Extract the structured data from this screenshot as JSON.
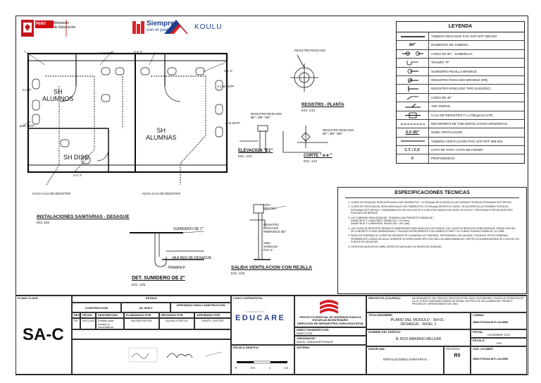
{
  "header": {
    "peru_badge": "PERÚ",
    "ministry": "Ministerio\nde Educación",
    "siempre": "Siempre",
    "con_el_pueblo": "con el pueblo",
    "koulu": "KOULU"
  },
  "legend": {
    "title": "LEYENDA",
    "rows": [
      {
        "sym": "",
        "text": "TUBERIA DESAGUE PVC-SAP NTP 399.003"
      },
      {
        "sym": "Ø4\"",
        "text": "DIAMETRO DE TUBERIA"
      },
      {
        "sym": "",
        "text": "CODO DE 90° : SUBE/BAJA"
      },
      {
        "sym": "",
        "text": "TRAMPA \"P\""
      },
      {
        "sym": "",
        "text": "SUMIDERO REJILLA BRONCE"
      },
      {
        "sym": "",
        "text": "REGISTRO ROSCADO BRONCE (RR)"
      },
      {
        "sym": "",
        "text": "REGISTRO ROSCADO TIPO DADO(RC)"
      },
      {
        "sym": "",
        "text": "CODO DE 45°"
      },
      {
        "sym": "",
        "text": "YEE SIMPLE"
      },
      {
        "sym": "",
        "text": "CAJA DE REGISTRO f´c=175Kg/cm2 (CR)"
      },
      {
        "sym": "",
        "text": "RECORRIDO DE TUB.VENTILACION HORIZONTAL"
      },
      {
        "sym": "S.V. Ø2\"",
        "text": "SUBE VENTILACION"
      },
      {
        "sym": "",
        "text": "TUBERIA VENTILACION PVC-SAP NTP 399.003"
      },
      {
        "sym": "C.T. / C.F.",
        "text": "COTA DE TAPA  / COTA DE FONDO"
      },
      {
        "sym": "h",
        "text": "PROFUNDIDAD"
      }
    ]
  },
  "plan": {
    "room1": "SH\nALUMNOS",
    "room2": "SH\nALUMNAS",
    "room3": "SH DISC.",
    "notes": [
      "A 1.50 SNTP",
      "S.V. 2\"",
      "S.V. 2\"",
      "S.V. 2\"",
      "A 10 SNTP",
      "A 1.50 SNTP",
      "S.V. 2\"",
      "A 10 SNTP"
    ],
    "hacia1": "HACIA CAJA DE REGISTRO",
    "hacia2": "HACIA CAJA DE REGISTRO",
    "title": "INSTALACIONES SANITARIAS - DESAGUE",
    "scale": "ESC 1/50"
  },
  "details": {
    "reg_label": "REGISTRO ROSCADO",
    "reg_plan_title": "REGISTRO - PLANTA",
    "reg_plan_scale": "ESC. 1/10",
    "elev_title": "ELEVACION \"E1\"",
    "elev_scale": "ESC. 1/10",
    "elev_label": "REGISTRO ROSCADO\nØ2\" / Ø3\" / Ø4\"",
    "corte_title": "CORTE \" e-e \"",
    "corte_scale": "ESC. 1/10",
    "corte_label": "REGISTRO ROSCADO\nØ2\" / Ø3\" / Ø4\"",
    "sumidero_label": "SUMIDERO DE 2\"",
    "va_label": "VA A RED DE DESAGUE",
    "trampa_label": "TRAMPA P",
    "det_title": "DET. SUMIDERO DE 2\"",
    "det_scale": "ESC: 1/25",
    "salida_title": "SALIDA VENTILACION CON REJILLA",
    "salida_scale": "ESC: 1/25",
    "salida_labels": [
      "VIGA\nMESTICA",
      "REGISTRO\nROSCADO\nRRBRONCE Ø2\"",
      "Sube\nVentilacion\nPVC-2\""
    ]
  },
  "specs": {
    "title": "ESPECIFICACIONES TECNICAS",
    "items": [
      "LA RED DE DESAGUE, SERA INSTALADA CON TUBERIA PVC - CP (Pesada) DE ACUERDO A LAS NORMAS TECNICAS PERUANAS NTP 399.003.",
      "LA RED DE VENTILACION, SERA INSTALADA CON TUBERIA PVC-CP (Pesada) DENTRO EL MURO. DE ACUERDO A LAS NORMAS TECNICAS PERUANAS NTP 399.003 Y TERMINARAN EN UN CODO DE 90° A 0.30m POR DEBAJO DEL NIVEL DE TECHO Y PROTEGIDO POR UN REGISTRO ROSCADO DE BRONCE.",
      "LAS TUBERIAS PARA DESAGÜE, TENDRAN UNA PENDIENTE MINIMA DE :\n  DIAMETROS 4\" A MAYORES, SERAN DEL 1.0% (min)\n  DIAMETROS 3\" A MENORES, SERAN DEL 1.5% (min)",
      "LAS CAJAS DE REGISTRO SERAN DE DIMENSIONES INDICADAS EN LOS PLANOS. LAS CAJAS DE REGISTRO PARA DESAGUE, SERAN HECHAS DE CONCRETO E IRAN TARRAJEADAS Y PULIDAS INTERIORMENTE CON CEMENTO PURO Y EL FONDO TENDRA FORMA DE 1/2 CAÑA.",
      "PARA LAS PRUEBAS DE LA RED DE DESAGÜE SE LLENARAN LAS TUBERIAS, TAPONEANDO LAS SALIDAS Y BAJADAS. ESTOS DEBERAN PERMANECER LLENAS DE AGUA, DURANTE 24 HORAS DEBE SER CON UNA COLUMNA MINIMA DE 1 METRO (COLUMNA MEDIDA DE 0.30m EN LOS PUNTOS DE DESAGUE).",
      "VERIFICAR NIVELES EN OBRA, ANTES DE INSTALAR LAS REDES DE DESAGÜE."
    ]
  },
  "titleblock": {
    "plano_clave_label": "PLANO CLAVE:",
    "code": "SA-C",
    "estado_label": "ESTADO",
    "construccion": "CONSTRUCCION",
    "as_built": "AS_BUILT",
    "aprobado_construccion": "APROBADO PARA CONSTRUCCION",
    "rev_headers": [
      "REV",
      "FECHA",
      "DESCRIPCION",
      "ELABORADO POR",
      "REVISADO POR",
      "APROBADO POR"
    ],
    "rev_row": [
      "R0",
      "04/11/2022",
      "Emitido para revision y comentarios",
      "WILDER REYES",
      "JULIAN CORTIJO",
      "DANTE CASTRO"
    ],
    "logo_contratista_label": "LOGO CONTRATISTA:",
    "educare": "EDUCARE",
    "consorcio": "CONSORCIO",
    "escala_grafica_label": "ESCALA GRAFICA:",
    "escala_ticks": [
      "0",
      "0.5",
      "1",
      "1.5"
    ],
    "proyecto_especial": "PROYECTO ESPECIAL DE INVERSION PUBLICA\nESCUELAS BICENTENARIO",
    "direccion_infra": "DIRECCION DE INFRAESTRUCTURA EDUCATIVA",
    "director_label": "DIRECTOR/INSPECTOR:",
    "director_value": "DIRECCION",
    "originador_label": "ORIGINADOR:",
    "originador_value": "ANSAI, JAMAN/ARTIN/NATE",
    "sistema_label": "SISTEMA:",
    "proyecto_label": "PROYECTO (COLEGIO):",
    "proyecto_value": "MEJORAMIENTO DEL SERVICIO EDUCATIVO DEL NIVEL SECUNDARIA Y BASICA ALTERNATIVA DE LA I.E. N°6019 SANTISIMA VIRGEN DE FATIMA, DISTRITO DE VILLA MARIA DEL TRIUNFO, PROVINCIA Y DEPARTAMENTO DE LIMA",
    "titulo_label": "TITULO/NOMBRE:",
    "titulo_value": "PLANO DEL MODULO - SH-01 -\nDESAGUE - NIVEL 1",
    "lamina_label": "LAMINA:",
    "lamina_value": "25899-0T09CA6-38-PL-SA-08800",
    "edificio_label": "NOMBRE DEL EDIFICIO:",
    "edificio_value": "IE 6019 MARIANO MELGAR",
    "fecha_label": "FECHA:",
    "fecha_value": "DICIEMBRE 2022",
    "escala_label": "ESCALA:",
    "escala_value": "1/50",
    "disciplina_label": "DISCIPLINA:",
    "disciplina_value": "INSTALACIONES SANITARIAS",
    "revision_label": "REVISION:",
    "revision_value": "R0",
    "cod_acomes_label": "COD. ACOMES:",
    "cod_acomes_value": "25899-0T09CA6-38-PL-SA-08800"
  }
}
